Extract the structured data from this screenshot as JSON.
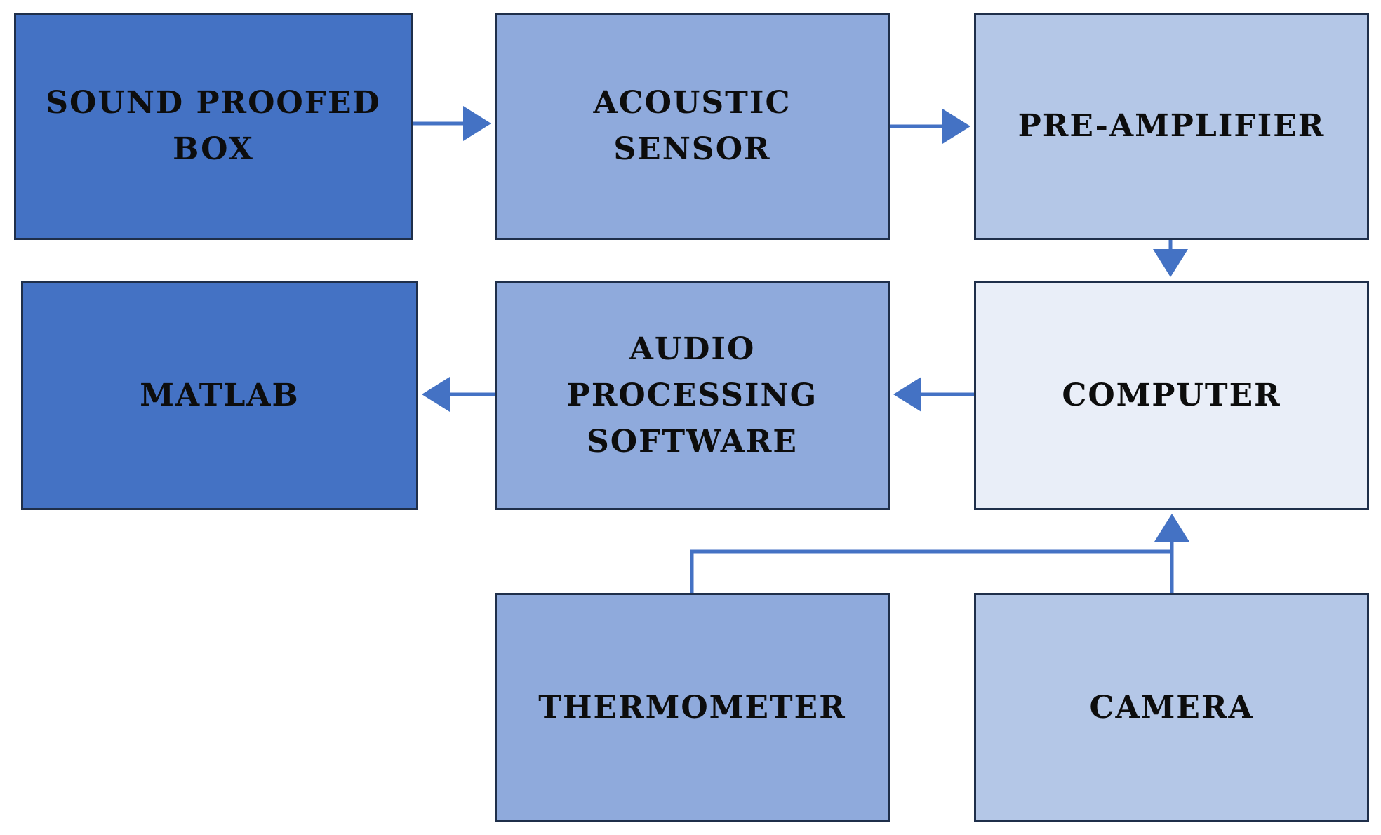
{
  "colors": {
    "dark_blue": "#4472c4",
    "medium_blue": "#8faadc",
    "light_blue": "#b4c7e7",
    "pale_blue": "#e9eef8",
    "arrow_blue": "#4472c4",
    "border": "#1f2f4a"
  },
  "blocks": {
    "sound_proofed_box": {
      "label": "SOUND PROOFED\nBOX",
      "fill": "#4472c4"
    },
    "acoustic_sensor": {
      "label": "ACOUSTIC\nSENSOR",
      "fill": "#8faadc"
    },
    "pre_amplifier": {
      "label": "PRE-AMPLIFIER",
      "fill": "#b4c7e7"
    },
    "matlab": {
      "label": "MATLAB",
      "fill": "#4472c4"
    },
    "audio_processing_software": {
      "label": "AUDIO\nPROCESSING\nSOFTWARE",
      "fill": "#8faadc"
    },
    "computer": {
      "label": "COMPUTER",
      "fill": "#e9eef8"
    },
    "thermometer": {
      "label": "THERMOMETER",
      "fill": "#8faadc"
    },
    "camera": {
      "label": "CAMERA",
      "fill": "#b4c7e7"
    }
  },
  "connections": [
    {
      "from": "sound_proofed_box",
      "to": "acoustic_sensor"
    },
    {
      "from": "acoustic_sensor",
      "to": "pre_amplifier"
    },
    {
      "from": "pre_amplifier",
      "to": "computer"
    },
    {
      "from": "computer",
      "to": "audio_processing_software"
    },
    {
      "from": "audio_processing_software",
      "to": "matlab"
    },
    {
      "from": "thermometer",
      "to": "computer"
    },
    {
      "from": "camera",
      "to": "computer"
    }
  ]
}
